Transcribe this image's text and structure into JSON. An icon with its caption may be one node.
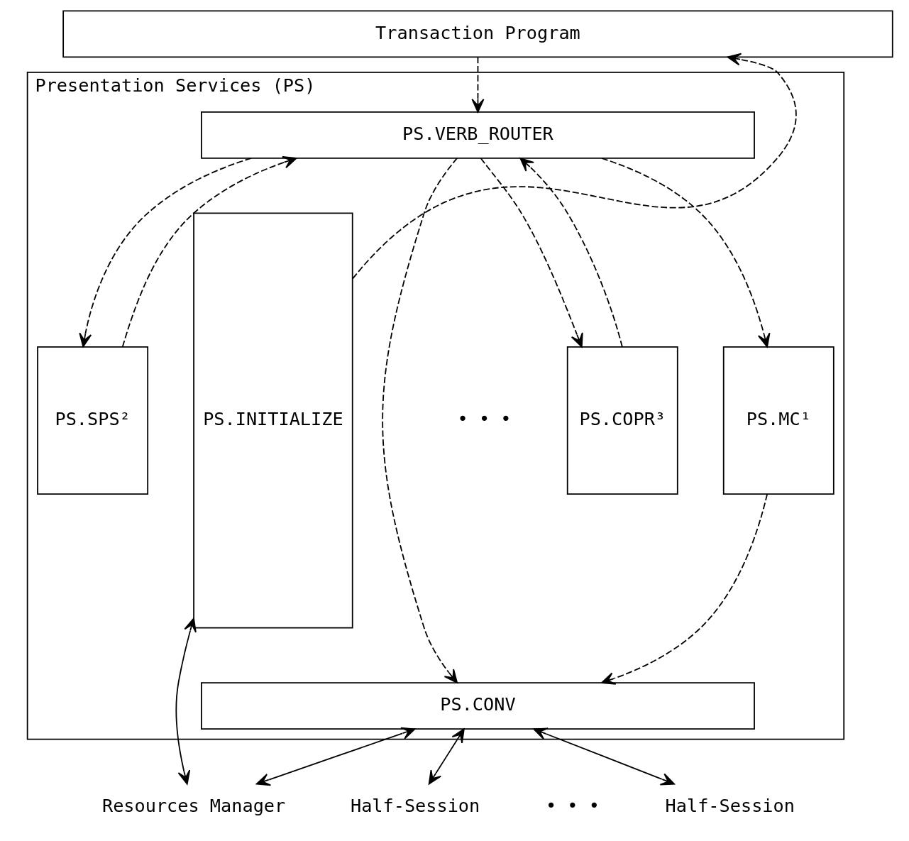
{
  "diagram": {
    "nodes": [
      {
        "text": [
          "Transaction Program"
        ]
      },
      {
        "text": [
          "Presentation Services (PS)"
        ]
      },
      {
        "text": [
          "PS.INITIALIZE"
        ],
        "in": 1
      },
      {
        "text": [
          "PS.VERB_ROUTER"
        ],
        "in": 1
      },
      {
        "text": [
          "PS.MC¹"
        ],
        "in": 1
      },
      {
        "text": [
          "PS.SPS²"
        ],
        "in": 1
      },
      {
        "text": [
          "PS.COPR³"
        ],
        "in": 1
      },
      {
        "text": [
          "PS.CONV"
        ],
        "in": 1
      },
      {
        "text": [
          "Resources Manager"
        ]
      },
      {
        "text": [
          "Half-Session"
        ]
      },
      {
        "text": [
          "Half-Session"
        ]
      }
    ],
    "edges": [
      {
        "from": 0,
        "to": 3,
        "arrow": "to",
        "style": "dashed"
      },
      {
        "from": 2,
        "to": 0,
        "arrow": "to",
        "style": "dashed"
      },
      {
        "from": 3,
        "to": 7,
        "arrow": "to",
        "style": "dashed"
      },
      {
        "from": 3,
        "to": 4,
        "arrow": "to",
        "style": "dashed"
      },
      {
        "from": 3,
        "to": 5,
        "arrow": "to",
        "style": "dashed"
      },
      {
        "from": 3,
        "to": 6,
        "arrow": "to",
        "style": "dashed"
      },
      {
        "from": 4,
        "to": 7,
        "arrow": "to",
        "style": "dashed"
      },
      {
        "from": 5,
        "to": 3,
        "arrow": "to",
        "style": "dashed"
      },
      {
        "from": 6,
        "to": 3,
        "arrow": "to",
        "style": "dashed"
      },
      {
        "from": 2,
        "to": 8,
        "arrow": "both"
      },
      {
        "from": 7,
        "to": 8,
        "arrow": "both"
      },
      {
        "from": 7,
        "to": 9,
        "arrow": "both"
      },
      {
        "from": 7,
        "to": 10,
        "arrow": "both"
      }
    ],
    "labels": [
      "• • •",
      "• • •"
    ]
  }
}
